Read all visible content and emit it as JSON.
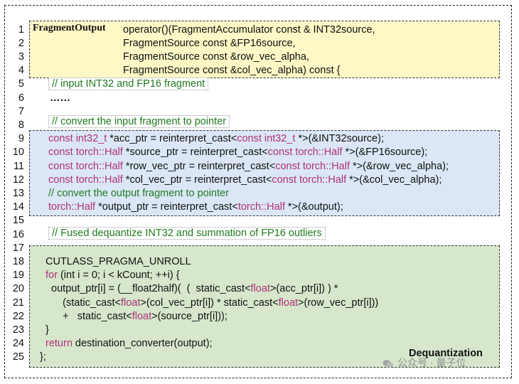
{
  "line_numbers": [
    "1",
    "2",
    "3",
    "4",
    "5",
    "6",
    "7",
    "8",
    "9",
    "10",
    "11",
    "12",
    "13",
    "14",
    "15",
    "16",
    "17",
    "18",
    "19",
    "20",
    "21",
    "22",
    "23",
    "24",
    "25"
  ],
  "label": "FragmentOutput",
  "signature": {
    "l1": "operator()(FragmentAccumulator const & INT32source,",
    "l2": "FragmentSource const &FP16source,",
    "l3": "FragmentSource const &row_vec_alpha,",
    "l4": "FragmentSource const &col_vec_alpha) const {"
  },
  "comment_input": "// input INT32 and FP16 fragment",
  "ellipsis": "……",
  "comment_convert_input": "// convert the input fragment to pointer",
  "kw": {
    "const": "const",
    "int32_t": "int32_t",
    "half": "torch::Half",
    "for": "for",
    "float": "float",
    "return": "return"
  },
  "blue": {
    "l9_a": " *acc_ptr = reinterpret_cast<",
    "l9_b": " *>(&INT32source);",
    "l10_a": " *source_ptr = reinterpret_cast<",
    "l10_b": " *>(&FP16source);",
    "l11_a": " *row_vec_ptr = reinterpret_cast<",
    "l11_b": " *>(&row_vec_alpha);",
    "l12_a": " *col_vec_ptr = reinterpret_cast<",
    "l12_b": " *>(&col_vec_alpha);",
    "comment_output": "// convert the output fragment to pointer",
    "l14_a": " *output_ptr = reinterpret_cast<",
    "l14_b": " *>(&output);"
  },
  "comment_fused": "// Fused dequantize INT32 and summation of FP16 outliers",
  "green": {
    "l18": "CUTLASS_PRAGMA_UNROLL",
    "l19": " (int i = 0; i < kCount; ++i) {",
    "l20_a": "  output_ptr[i] = (__float2half)(  (  static_cast<",
    "l20_b": ">(acc_ptr[i]) ) *",
    "l21_a": "      (static_cast<",
    "l21_b": ">(col_vec_ptr[i]) * static_cast<",
    "l21_c": ">(row_vec_ptr[i]))",
    "l22_a": "      +   static_cast<",
    "l22_b": ">(source_ptr[i]));",
    "l23": "}",
    "l24": " destination_converter(output);",
    "l25": "};"
  },
  "dequant_label": "Dequantization",
  "watermark": "公众号 · 量子位",
  "colors": {
    "yellow": "#fdf8c6",
    "blue": "#dbe7f6",
    "green": "#d6e7cc",
    "keyword": "#b0307a",
    "comment": "#1f7a1f"
  }
}
